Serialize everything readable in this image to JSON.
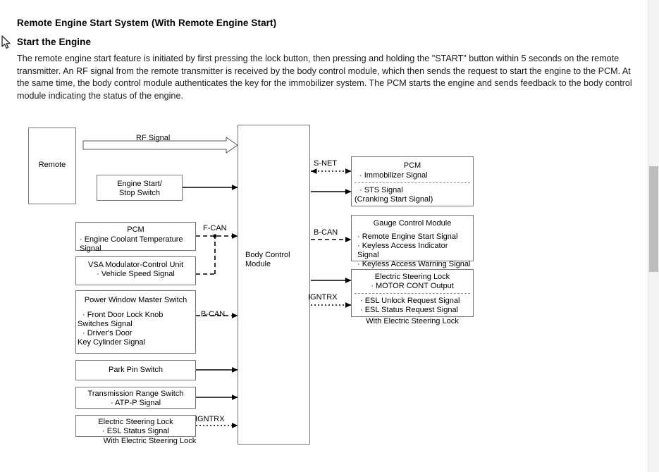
{
  "document": {
    "title": "Remote Engine Start System (With Remote Engine Start)",
    "section_title": "Start the Engine",
    "paragraph": "The remote engine start feature is initiated by first pressing the lock button, then pressing and holding the \"START\" button within 5 seconds on the remote transmitter. An RF signal from the remote transmitter is received by the body control module, which then sends the request to start the engine to the PCM. At the same time, the body control module authenticates the key for the immobilizer system. The PCM starts the engine and sends feedback to the body control module indicating the status of the engine."
  },
  "diagram": {
    "center": {
      "label_line1": "Body Control",
      "label_line2": "Module"
    },
    "left_nodes": {
      "remote": {
        "label": "Remote"
      },
      "engine_start_stop_switch": {
        "line1": "Engine Start/",
        "line2": "Stop Switch"
      },
      "pcm_left": {
        "title": "PCM",
        "item1": "· Engine Coolant Temperature",
        "item2": "Signal"
      },
      "vsa_modulator": {
        "title": "VSA Modulator-Control Unit",
        "item1": "· Vehicle Speed Signal"
      },
      "power_window_master_switch": {
        "title": "Power Window Master Switch",
        "item1": "· Front Door Lock Knob",
        "item2": "Switches Signal",
        "item3": "· Driver's Door",
        "item4": "Key Cylinder Signal"
      },
      "park_pin_switch": {
        "title": "Park Pin Switch"
      },
      "transmission_range_switch": {
        "title": "Transmission Range Switch",
        "item1": "· ATP-P Signal"
      },
      "electric_steering_lock_left": {
        "title": "Electric Steering Lock",
        "item1": "· ESL Status Signal",
        "caption": "With Electric Steering Lock"
      }
    },
    "right_nodes": {
      "pcm_right": {
        "title": "PCM",
        "item1": "· Immobilizer Signal",
        "item2": "· STS Signal",
        "item3": "(Cranking Start Signal)"
      },
      "gauge_control_module": {
        "title": "Gauge Control Module",
        "item1": "· Remote Engine Start Signal",
        "item2": "· Keyless Access Indicator Signal",
        "item3": "· Keyless Access Warning Signal"
      },
      "electric_steering_lock_right": {
        "title": "Electric Steering Lock",
        "item1": "· MOTOR CONT Output",
        "item2": "· ESL Unlock Request Signal",
        "item3": "· ESL Status Request Signal",
        "caption": "With Electric Steering Lock"
      }
    },
    "signal_labels": {
      "rf_signal": "RF Signal",
      "f_can": "F-CAN",
      "b_can_left": "B-CAN",
      "igntrx_left": "IGNTRX",
      "s_net": "S-NET",
      "b_can_right": "B-CAN",
      "igntrx_right": "IGNTRX"
    }
  },
  "colors": {
    "box_border": "#777777",
    "line": "#000000",
    "scrollbar_thumb": "#bdbdbd",
    "scrollbar_track": "#f4f4f4"
  }
}
